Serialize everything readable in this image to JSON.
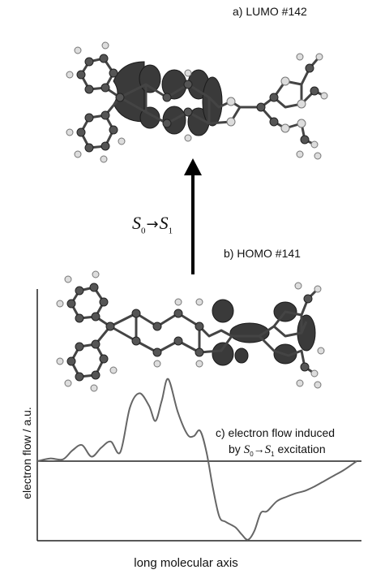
{
  "panel_a": {
    "label": "a) LUMO  #142"
  },
  "panel_b": {
    "label": "b) HOMO  #141"
  },
  "transition": {
    "from": "S",
    "from_sub": "0",
    "arrow": "→",
    "to": "S",
    "to_sub": "1"
  },
  "panel_c": {
    "line1": "c) electron flow induced",
    "line2_prefix": "by ",
    "line2_suffix": " excitation"
  },
  "axes": {
    "ylabel": "electron flow / a.u.",
    "xlabel": "long molecular axis"
  },
  "colors": {
    "orbital": "#3a3a3a",
    "atom_c": "#555555",
    "atom_h": "#dddddd",
    "curve": "#666666",
    "arrow": "#000000"
  },
  "chart_data": {
    "type": "line",
    "x": [
      0.0,
      0.04,
      0.08,
      0.11,
      0.14,
      0.17,
      0.2,
      0.23,
      0.26,
      0.29,
      0.32,
      0.35,
      0.37,
      0.39,
      0.41,
      0.44,
      0.47,
      0.49,
      0.51,
      0.53,
      0.55,
      0.57,
      0.59,
      0.62,
      0.64,
      0.66,
      0.68,
      0.7,
      0.72,
      0.75,
      0.78,
      0.81,
      0.84,
      0.87,
      0.9,
      0.93,
      0.96,
      1.0
    ],
    "values": [
      0.0,
      0.03,
      0.02,
      0.12,
      0.18,
      0.05,
      0.15,
      0.22,
      0.1,
      0.6,
      0.76,
      0.62,
      0.45,
      0.68,
      0.92,
      0.55,
      0.3,
      0.28,
      0.34,
      0.1,
      -0.3,
      -0.62,
      -0.68,
      -0.74,
      -0.82,
      -0.88,
      -0.78,
      -0.58,
      -0.56,
      -0.45,
      -0.4,
      -0.36,
      -0.33,
      -0.28,
      -0.22,
      -0.16,
      -0.1,
      0.0
    ],
    "xlabel": "long molecular axis",
    "ylabel": "electron flow / a.u.",
    "grid": false
  }
}
